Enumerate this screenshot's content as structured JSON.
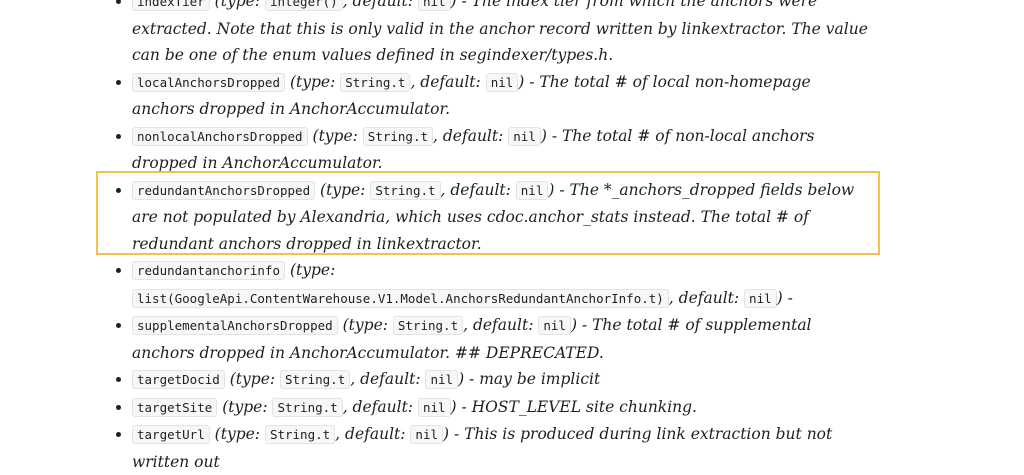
{
  "fields": [
    {
      "name": "indexTier",
      "type_prefix": "(type: ",
      "type": "integer()",
      "default_prefix": ", default: ",
      "default": "nil",
      "desc": ") - The index tier from which the anchors were extracted. Note that this is only valid in the anchor record written by linkextractor. The value can be one of the enum values defined in segindexer/types.h."
    },
    {
      "name": "localAnchorsDropped",
      "type_prefix": "(type: ",
      "type": "String.t",
      "default_prefix": ", default: ",
      "default": "nil",
      "desc": ") - The total # of local non-homepage anchors dropped in AnchorAccumulator."
    },
    {
      "name": "nonlocalAnchorsDropped",
      "type_prefix": "(type: ",
      "type": "String.t",
      "default_prefix": ", default: ",
      "default": "nil",
      "desc": ") - The total # of non-local anchors dropped in AnchorAccumulator."
    },
    {
      "name": "redundantAnchorsDropped",
      "type_prefix": "(type: ",
      "type": "String.t",
      "default_prefix": ", default: ",
      "default": "nil",
      "desc": ") - The *_anchors_dropped fields below are not populated by Alexandria, which uses cdoc.anchor_stats instead. The total # of redundant anchors dropped in linkextractor."
    },
    {
      "name": "redundantanchorinfo",
      "type_prefix": "(type: ",
      "type": "list(GoogleApi.ContentWarehouse.V1.Model.AnchorsRedundantAnchorInfo.t)",
      "default_prefix": ", default: ",
      "default": "nil",
      "desc": ") -"
    },
    {
      "name": "supplementalAnchorsDropped",
      "type_prefix": "(type: ",
      "type": "String.t",
      "default_prefix": ", default: ",
      "default": "nil",
      "desc": ") - The total # of supplemental anchors dropped in AnchorAccumulator. ## DEPRECATED."
    },
    {
      "name": "targetDocid",
      "type_prefix": "(type: ",
      "type": "String.t",
      "default_prefix": ", default: ",
      "default": "nil",
      "desc": ") - may be implicit"
    },
    {
      "name": "targetSite",
      "type_prefix": "(type: ",
      "type": "String.t",
      "default_prefix": ", default: ",
      "default": "nil",
      "desc": ") - HOST_LEVEL site chunking."
    },
    {
      "name": "targetUrl",
      "type_prefix": "(type: ",
      "type": "String.t",
      "default_prefix": ", default: ",
      "default": "nil",
      "desc": ") - This is produced during link extraction but not written out"
    }
  ],
  "highlight_color": "#f4c14f"
}
